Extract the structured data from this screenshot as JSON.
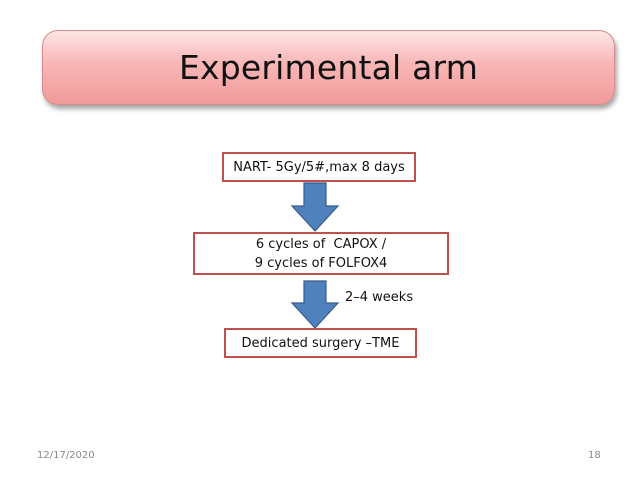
{
  "title": "Experimental arm",
  "steps": [
    {
      "lines": [
        "NART- 5Gy/5#,max 8 days"
      ]
    },
    {
      "lines": [
        "6 cycles of  CAPOX /",
        "9 cycles of FOLFOX4"
      ]
    },
    {
      "lines": [
        "Dedicated surgery –TME"
      ]
    }
  ],
  "interval_label": "2–4 weeks",
  "footer": {
    "date": "12/17/2020",
    "page": "18"
  },
  "colors": {
    "box_border": "#c0504d",
    "arrow_fill": "#4f81bd",
    "banner": "#f4a8a8"
  }
}
